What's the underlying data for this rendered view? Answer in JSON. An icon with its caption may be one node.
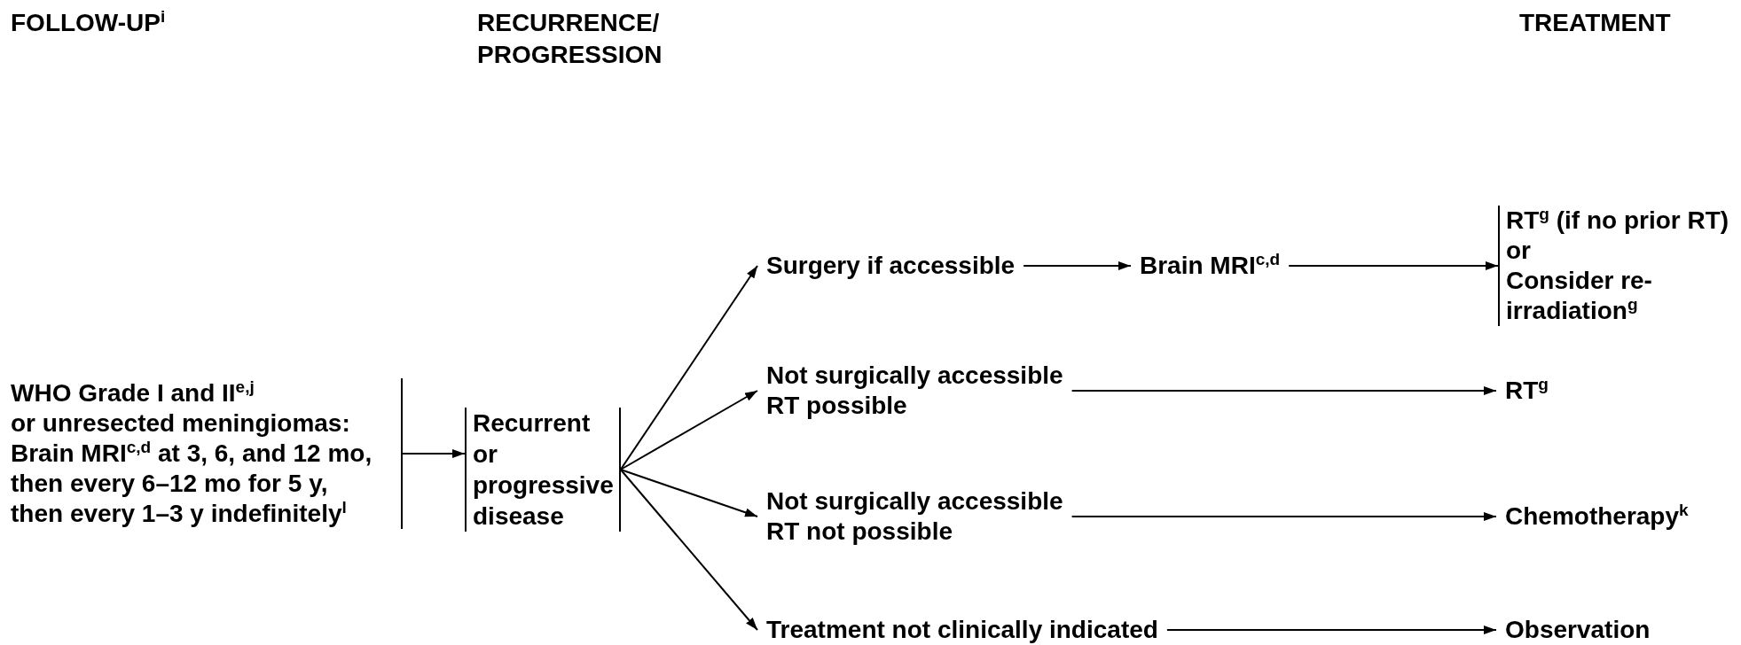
{
  "diagram": {
    "nodes": [
      {
        "text": [
          "WHO Grade I and II$^{e,j}$",
          "or unresected meningiomas:",
          "Brain MRI$^{c,d}$ at 3, 6, and 12 mo,",
          "then every 6–12 mo for 5 y,",
          "then every 1–3 y indefinitely$^{l}$"
        ]
      },
      {
        "text": [
          "Recurrent or progressive disease"
        ]
      },
      {
        "text": [
          "Surgery if accessible"
        ]
      },
      {
        "text": [
          "Not surgically accessible",
          "RT possible"
        ]
      },
      {
        "text": [
          "Not surgically accessible",
          "RT not possible"
        ]
      },
      {
        "text": [
          "Treatment not clinically indicated"
        ]
      },
      {
        "text": [
          "Brain MRI$^{c,d}$"
        ]
      },
      {
        "text": [
          "RT$^{g}$ (if no prior RT)",
          "or",
          "Consider re-irradiation$^{g}$"
        ]
      },
      {
        "text": [
          "RT$^{g}$"
        ]
      },
      {
        "text": [
          "Chemotherapy$^{k}$"
        ]
      },
      {
        "text": [
          "Observation"
        ]
      }
    ],
    "edges": [
      {
        "from": 0,
        "to": 1,
        "arrow": "to"
      },
      {
        "from": 1,
        "to": 2,
        "arrow": "to"
      },
      {
        "from": 1,
        "to": 3,
        "arrow": "to"
      },
      {
        "from": 1,
        "to": 4,
        "arrow": "to"
      },
      {
        "from": 1,
        "to": 5,
        "arrow": "to"
      },
      {
        "from": 2,
        "to": 6,
        "arrow": "to"
      },
      {
        "from": 6,
        "to": 7,
        "arrow": "to"
      },
      {
        "from": 3,
        "to": 8,
        "arrow": "to"
      },
      {
        "from": 4,
        "to": 9,
        "arrow": "to"
      },
      {
        "from": 5,
        "to": 10,
        "arrow": "to"
      }
    ],
    "labels": [
      "FOLLOW-UP$^{i}$",
      "RECURRENCE/ PROGRESSION",
      "TREATMENT"
    ]
  }
}
